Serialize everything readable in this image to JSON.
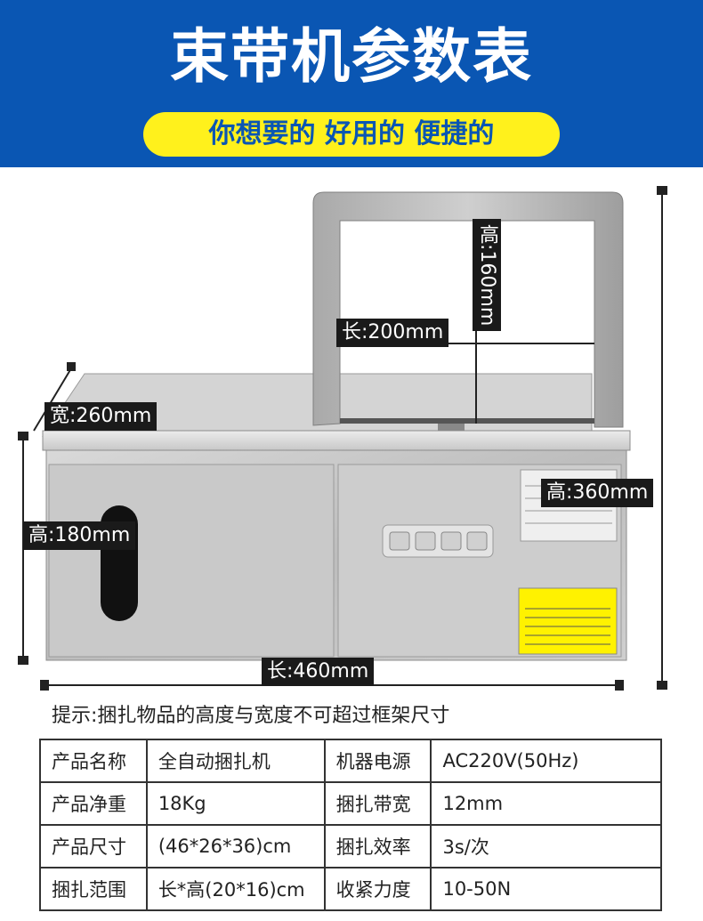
{
  "header": {
    "title": "束带机参数表",
    "subtitle": "你想要的 好用的 便捷的"
  },
  "dimensions": {
    "frame_height": "高:160mm",
    "frame_length": "长:200mm",
    "width": "宽:260mm",
    "total_height": "高:360mm",
    "body_height": "高:180mm",
    "length": "长:460mm"
  },
  "note": "提示:捆扎物品的高度与宽度不可超过框架尺寸",
  "specs": [
    {
      "k1": "产品名称",
      "v1": "全自动捆扎机",
      "k2": "机器电源",
      "v2": "AC220V(50Hz)"
    },
    {
      "k1": "产品净重",
      "v1": "18Kg",
      "k2": "捆扎带宽",
      "v2": "12mm"
    },
    {
      "k1": "产品尺寸",
      "v1": "(46*26*36)cm",
      "k2": "捆扎效率",
      "v2": "3s/次"
    },
    {
      "k1": "捆扎范围",
      "v1": "长*高(20*16)cm",
      "k2": "收紧力度",
      "v2": "10-50N"
    }
  ],
  "colors": {
    "header_bg": "#0a56b3",
    "pill_bg": "#fff11c",
    "warning_label": "#fff200"
  }
}
